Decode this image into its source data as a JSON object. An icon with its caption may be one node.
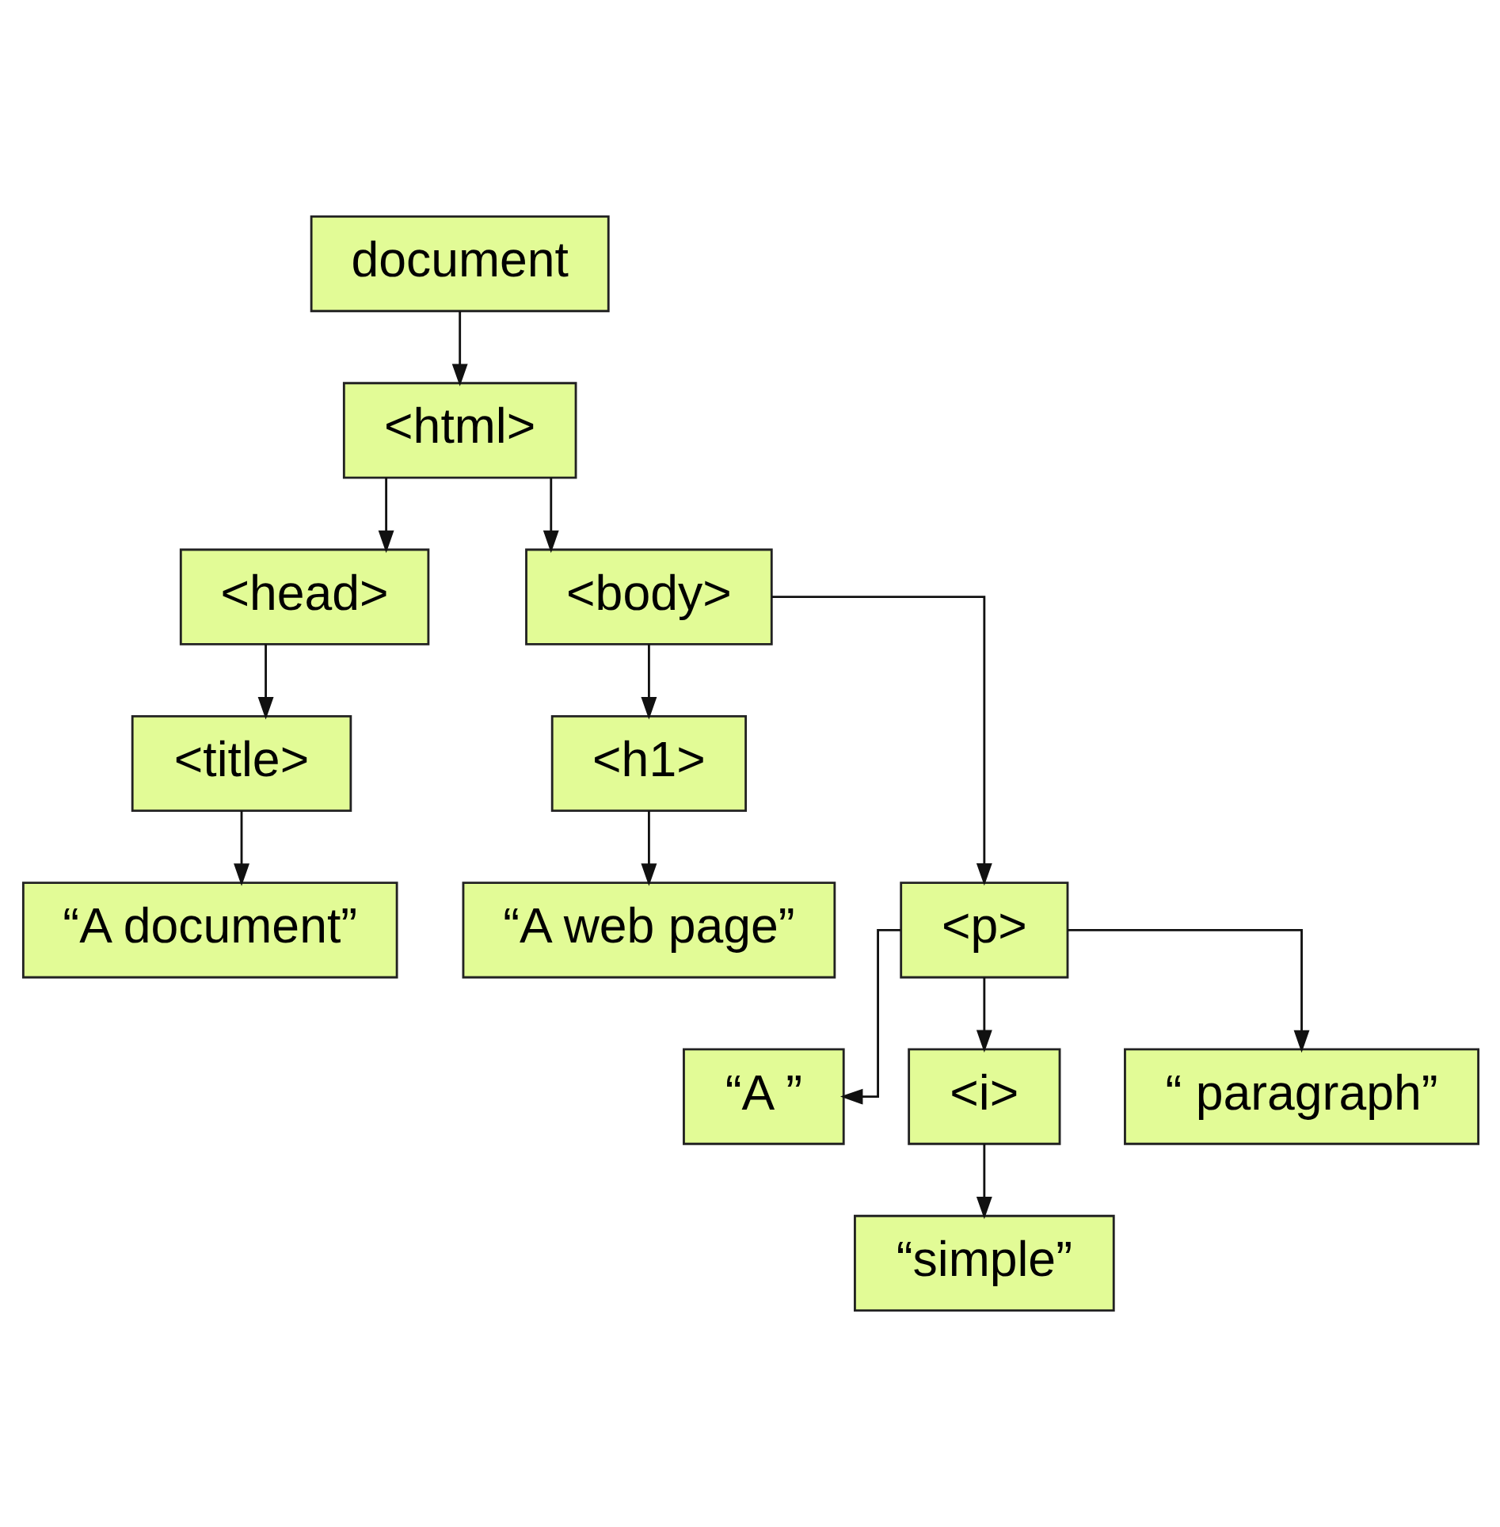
{
  "diagram": {
    "nodes": [
      {
        "text": [
          "document"
        ]
      },
      {
        "text": [
          "<html>"
        ]
      },
      {
        "text": [
          "<head>"
        ]
      },
      {
        "text": [
          "<body>"
        ]
      },
      {
        "text": [
          "<title>"
        ]
      },
      {
        "text": [
          "<h1>"
        ]
      },
      {
        "text": [
          "“A document”"
        ]
      },
      {
        "text": [
          "“A web page”"
        ]
      },
      {
        "text": [
          "<p>"
        ]
      },
      {
        "text": [
          "“A ”"
        ]
      },
      {
        "text": [
          "<i>"
        ]
      },
      {
        "text": [
          "“ paragraph”"
        ]
      },
      {
        "text": [
          "“simple”"
        ]
      }
    ],
    "edges": [
      {
        "from": 0,
        "to": 1,
        "arrow": "to"
      },
      {
        "from": 1,
        "to": 2,
        "arrow": "to"
      },
      {
        "from": 1,
        "to": 3,
        "arrow": "to"
      },
      {
        "from": 2,
        "to": 4,
        "arrow": "to"
      },
      {
        "from": 3,
        "to": 5,
        "arrow": "to"
      },
      {
        "from": 3,
        "to": 8,
        "arrow": "to"
      },
      {
        "from": 4,
        "to": 6,
        "arrow": "to"
      },
      {
        "from": 5,
        "to": 7,
        "arrow": "to"
      },
      {
        "from": 8,
        "to": 9,
        "arrow": "to"
      },
      {
        "from": 8,
        "to": 10,
        "arrow": "to"
      },
      {
        "from": 8,
        "to": 11,
        "arrow": "to"
      },
      {
        "from": 10,
        "to": 12,
        "arrow": "to"
      }
    ]
  }
}
